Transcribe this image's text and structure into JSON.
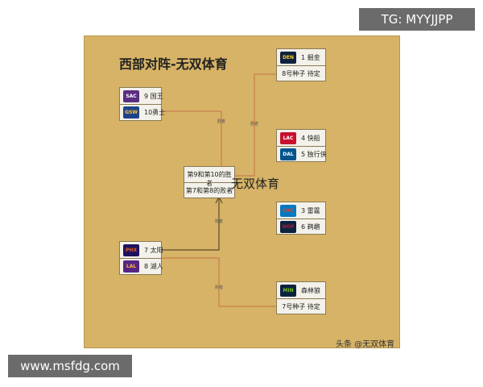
{
  "title": "西部对阵-无双体育",
  "watermark_center": "无双体育",
  "credit": "头条 @无双体育",
  "tg_banner": "TG: MYYJJPP",
  "site_banner": "www.msfdg.com",
  "teams": {
    "kings": {
      "label": "9 国王",
      "icon": "kings-logo"
    },
    "warriors": {
      "label": "10勇士",
      "icon": "warriors-logo"
    },
    "suns": {
      "label": "7 太阳",
      "icon": "suns-logo"
    },
    "lakers": {
      "label": "8 湖人",
      "icon": "lakers-logo"
    },
    "nuggets": {
      "label": "1 掘金",
      "icon": "nuggets-logo"
    },
    "clippers": {
      "label": "4 快船",
      "icon": "clippers-logo"
    },
    "mavericks": {
      "label": "5 独行侠",
      "icon": "mavericks-logo"
    },
    "thunder": {
      "label": "3 雷霆",
      "icon": "thunder-logo"
    },
    "pelicans": {
      "label": "6 鹈鹕",
      "icon": "pelicans-logo"
    },
    "timberwolves": {
      "label": "森林狼",
      "icon": "timberwolves-logo"
    }
  },
  "slots": {
    "seed8": "8号种子 待定",
    "seed7": "7号种子 待定",
    "winner_9_10": "第9和第10的胜者",
    "loser_7_8": "第7和第8的败者"
  },
  "edge_labels": {
    "winner": "胜者",
    "loser": "败者"
  },
  "colors": {
    "board": "#d6b366",
    "line": "#c8714a",
    "banner": "#6b6b6b"
  }
}
